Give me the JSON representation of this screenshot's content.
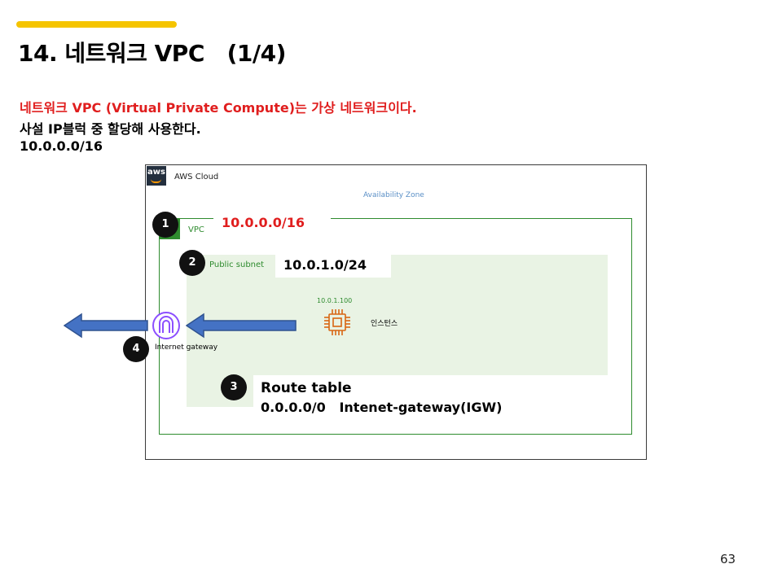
{
  "slide": {
    "title": "14. 네트워크 VPC   (1/4)",
    "page_number": "63"
  },
  "description": {
    "line1": "네트워크 VPC (Virtual Private Compute)는 가상 네트워크이다.",
    "line2": "사설 IP블럭 중 할당해 사용한다.",
    "line3": "10.0.0.0/16"
  },
  "diagram": {
    "aws_logo_text": "aws",
    "aws_cloud_label": "AWS Cloud",
    "availability_zone_label": "Availability Zone",
    "vpc": {
      "label": "VPC",
      "cidr": "10.0.0.0/16",
      "badge": "1"
    },
    "subnet": {
      "label": "Public subnet",
      "cidr": "10.0.1.0/24",
      "badge": "2"
    },
    "instance": {
      "ip": "10.0.1.100",
      "label": "인스턴스"
    },
    "internet_gateway": {
      "label": "Internet gateway",
      "badge": "4"
    },
    "route_table": {
      "title": "Route table",
      "route": "0.0.0.0/0   Intenet-gateway(IGW)",
      "badge": "3"
    }
  },
  "colors": {
    "accent_bar": "#F5C400",
    "highlight_red": "#E01E1E",
    "vpc_green": "#2E8B2E",
    "subnet_fill": "#E9F3E4",
    "chip_orange": "#D86613",
    "igw_purple": "#8C4FFF",
    "arrow_blue": "#4472C4"
  },
  "icons": {
    "aws": "aws-logo-icon",
    "vpc": "vpc-icon",
    "instance": "chip-icon",
    "gateway": "internet-gateway-icon",
    "arrow": "arrow-left-icon"
  }
}
